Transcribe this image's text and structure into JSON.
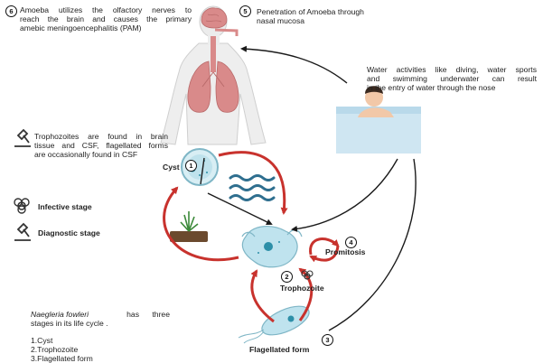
{
  "steps": {
    "s6": {
      "num": "6",
      "text": [
        "Amoeba utilizes the olfactory nerves to",
        "reach the brain and causes the primary",
        "amebic meningoencephalitis (PAM)"
      ]
    },
    "s5": {
      "num": "5",
      "text": [
        "Penetration of Amoeba through",
        "nasal mucosa"
      ]
    },
    "s4": {
      "num": "4",
      "label": "Promitosis"
    },
    "s3": {
      "num": "3",
      "label": "Flagellated form"
    },
    "s2": {
      "num": "2",
      "label": "Trophozoite"
    },
    "s1": {
      "num": "1",
      "label": "Cyst"
    }
  },
  "water_note": [
    "Water activities like diving, water sports",
    "and swimming underwater can result",
    "in the entry of water through the nose"
  ],
  "tropho_note": [
    "Trophozoites are found in brain",
    "tissue and CSF, flagellated forms",
    "are occasionally found in CSF"
  ],
  "legend": {
    "infective": "Infective stage",
    "diagnostic": "Diagnostic stage"
  },
  "summary": {
    "line1_italic": "Naegleria fowleri",
    "line1_rest": "has three",
    "line2": "stages in its life cycle .",
    "items": [
      "1.Cyst",
      "2.Trophozoite",
      "3.Flagellated form"
    ]
  },
  "colors": {
    "arrow_red": "#c8322d",
    "arrow_black": "#1a1a1a",
    "organ": "#d98a8a",
    "body_outline": "#cfcfcf",
    "water": "#2f6f8f",
    "cell": "#7fc4d6"
  },
  "icons": [
    "microscope-icon",
    "biohazard-icon",
    "human-body-icon",
    "swimmer-icon",
    "waves-icon",
    "soil-plant-icon"
  ]
}
